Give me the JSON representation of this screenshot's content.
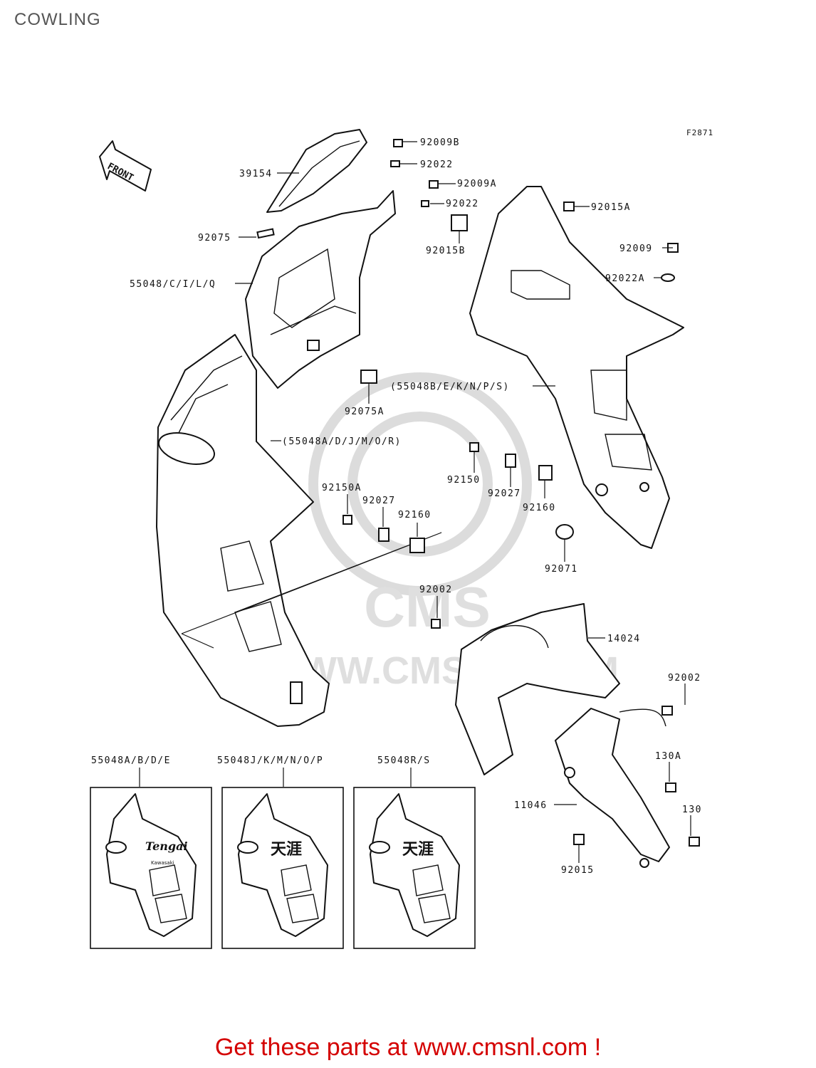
{
  "page": {
    "title": "COWLING"
  },
  "figure_code": "F2871",
  "front_arrow": {
    "label": "FRONT"
  },
  "callouts": [
    "92009B",
    "92022",
    "92009A",
    "92022",
    "39154",
    "92075",
    "92015B",
    "55048/C/I/L/Q",
    "92015A",
    "92009",
    "92022A",
    "92075A",
    "(55048B/E/K/N/P/S)",
    "(55048A/D/J/M/O/R)",
    "92150",
    "92027",
    "92160",
    "92150A",
    "92027",
    "92160",
    "92071",
    "92002",
    "14024",
    "92002",
    "130A",
    "11046",
    "130",
    "92015"
  ],
  "variants": [
    {
      "label": "55048A/B/D/E",
      "brand": "Tengai",
      "sub": "Kawasaki"
    },
    {
      "label": "55048J/K/M/N/O/P",
      "brand": "天涯",
      "sub": ""
    },
    {
      "label": "55048R/S",
      "brand": "天涯",
      "sub": ""
    }
  ],
  "watermark": "WWW.CMSNL.COM",
  "cta": "Get these parts at www.cmsnl.com !"
}
